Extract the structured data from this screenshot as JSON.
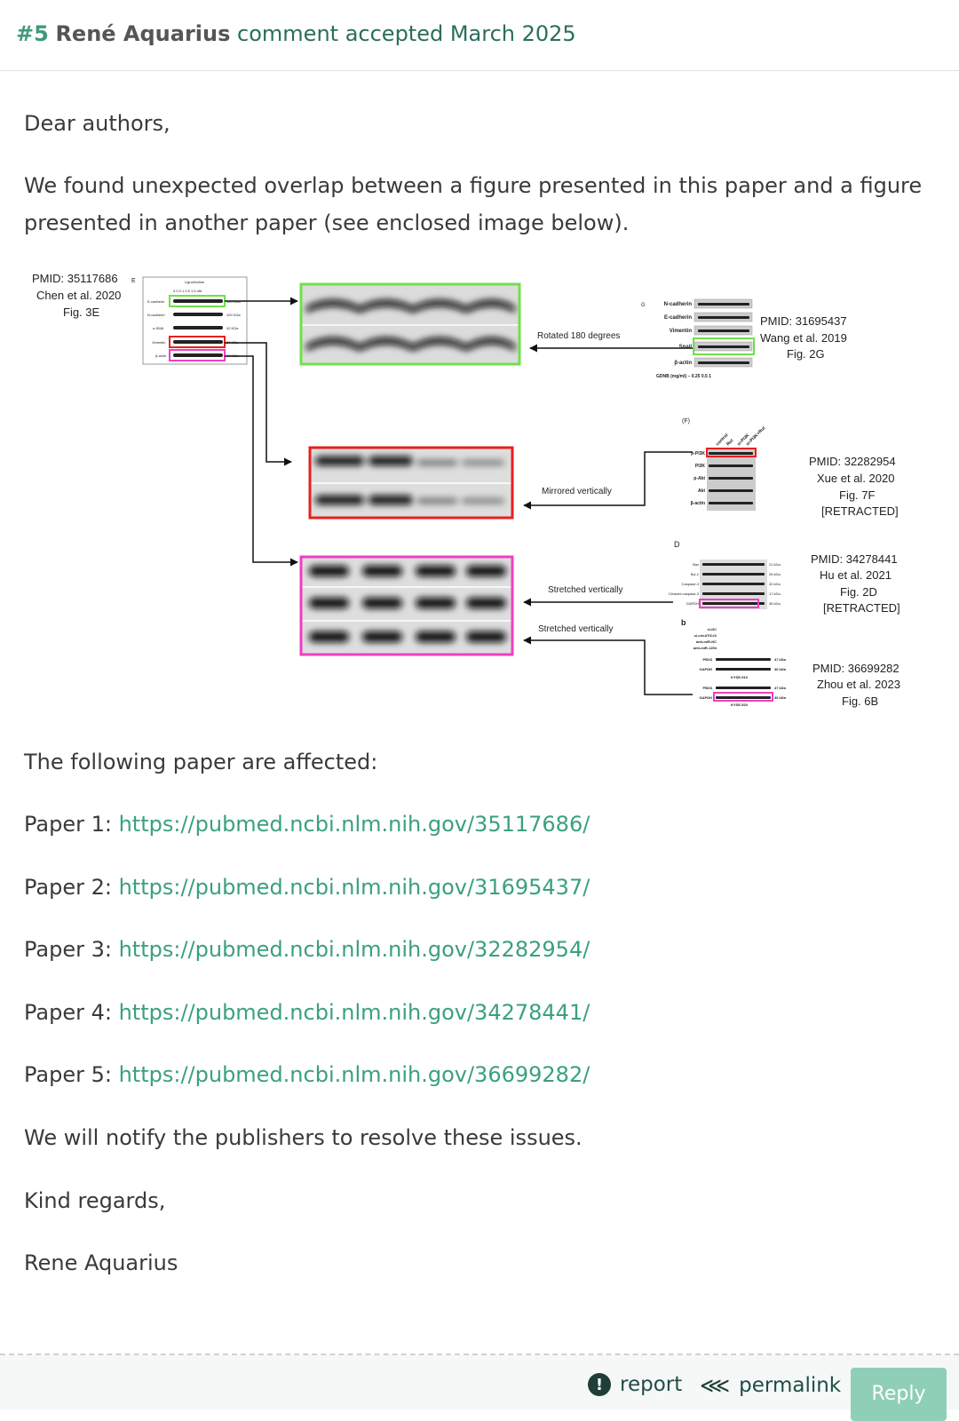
{
  "header": {
    "number": "#5",
    "author": "René Aquarius",
    "status": "comment accepted March 2025"
  },
  "body": {
    "greeting": "Dear authors,",
    "intro_line1": "We found unexpected overlap between a figure presented in this paper and a figure",
    "intro_line2": "presented in another paper (see enclosed image below).",
    "affected": "The following paper are affected:",
    "papers": [
      {
        "label": "Paper 1: ",
        "url": "https://pubmed.ncbi.nlm.nih.gov/35117686/"
      },
      {
        "label": "Paper 2: ",
        "url": "https://pubmed.ncbi.nlm.nih.gov/31695437/"
      },
      {
        "label": "Paper 3: ",
        "url": "https://pubmed.ncbi.nlm.nih.gov/32282954/"
      },
      {
        "label": "Paper 4: ",
        "url": "https://pubmed.ncbi.nlm.nih.gov/34278441/"
      },
      {
        "label": "Paper 5: ",
        "url": "https://pubmed.ncbi.nlm.nih.gov/36699282/"
      }
    ],
    "notify": "We will notify the publishers to resolve these issues.",
    "regards": "Kind regards,",
    "signature": "Rene Aquarius"
  },
  "figure": {
    "source": {
      "pmid": "PMID: 35117686",
      "authors": "Chen et al. 2020",
      "fig": "Fig. 3E"
    },
    "panel_letter_e": "E",
    "source_lanes_label": "Liguztinoline",
    "source_rows": [
      "E-cadherin",
      "N-cadherin",
      "α-SMA",
      "Vimentin",
      "β-actin"
    ],
    "source_kda": [
      "120 KDa",
      "100 KDa",
      "42 KDa",
      "54 KDa",
      "42 KDa"
    ],
    "source_doses": "0.0   0.1   0.5   1.5 nM",
    "arrows": {
      "rotated": "Rotated 180 degrees",
      "mirrored": "Mirrored vertically",
      "stretched1": "Stretched vertically",
      "stretched2": "Stretched vertically"
    },
    "wang": {
      "pmid": "PMID: 31695437",
      "authors": "Wang et al. 2019",
      "fig": "Fig. 2G",
      "panel": "G",
      "rows": [
        "N-cadherin",
        "E-cadherin",
        "Vimentin",
        "Snail",
        "β-actin"
      ],
      "axis": "GDNB (mg/ml)   –   0.25   0.5   1"
    },
    "xue": {
      "pmid": "PMID: 32282954",
      "authors": "Xue et al. 2020",
      "fig": "Fig. 7F",
      "note": "[RETRACTED]",
      "panel": "(F)",
      "lanes": [
        "control",
        "Rut",
        "si-PI3K",
        "si-PI3K+Rut"
      ],
      "rows": [
        "p-PI3K",
        "PI3K",
        "p-Akt",
        "Akt",
        "β-actin"
      ]
    },
    "hu": {
      "pmid": "PMID: 34278441",
      "authors": "Hu et al. 2021",
      "fig": "Fig. 2D",
      "note": "[RETRACTED]",
      "panel": "D",
      "rows": [
        "Bax",
        "Bcl-2",
        "Caspase-3",
        "Cleaved caspase-3",
        "GAPDH"
      ],
      "kda": [
        "21 kDa",
        "26 kDa",
        "32 kDa",
        "17 kDa",
        "36 kDa"
      ]
    },
    "zhou": {
      "pmid": "PMID: 36699282",
      "authors": "Zhou et al. 2023",
      "fig": "Fig. 6B",
      "panel": "b",
      "conds": [
        "si-NC",
        "si-circATIC#2",
        "anti-miR-NC",
        "anti-miR-1294"
      ],
      "rows1": [
        "PBX3",
        "GAPDH"
      ],
      "kda1": [
        "47 kDa",
        "36 kDa"
      ],
      "cell1": "KYSE-510",
      "rows2": [
        "PBX3",
        "GAPDH"
      ],
      "kda2": [
        "47 kDa",
        "36 kDa"
      ],
      "cell2": "KYSE-520"
    }
  },
  "footer": {
    "report": "report",
    "permalink": "permalink",
    "reply": "Reply"
  }
}
